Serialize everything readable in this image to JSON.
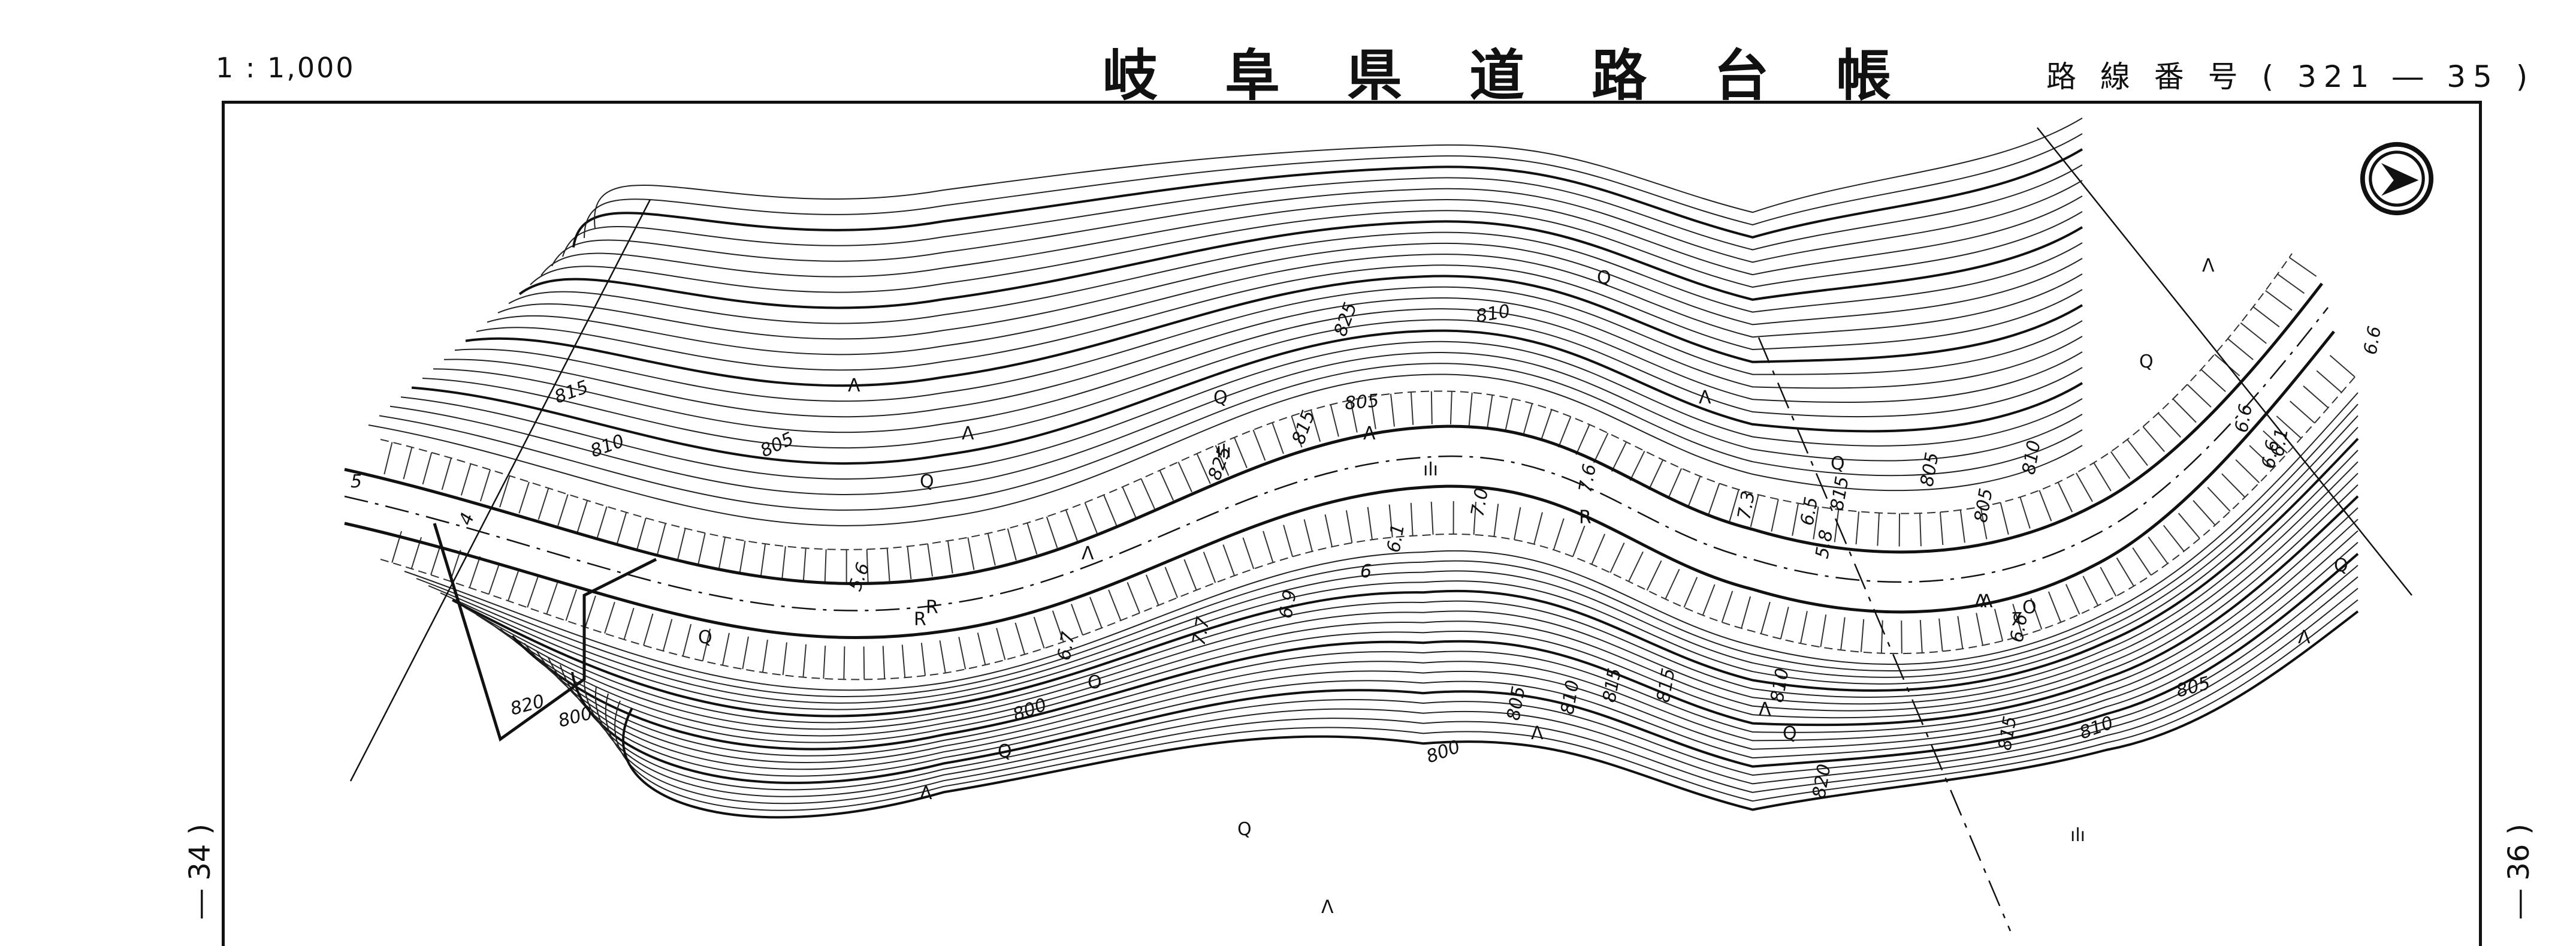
{
  "header": {
    "scale": "1 : 1,000",
    "title": "岐 阜 県 道 路 台 帳",
    "route_number": "路 線 番 号 ( 321 ― 35 )"
  },
  "adjacent_sheets": {
    "left": "― 34 )",
    "right": "― 36 )"
  },
  "map": {
    "contour_labels": [
      "815",
      "810",
      "805",
      "800",
      "820",
      "825",
      "815",
      "810",
      "805",
      "800",
      "805",
      "810",
      "815",
      "815",
      "810",
      "820",
      "815",
      "810",
      "805",
      "805",
      "815",
      "810",
      "805",
      "800",
      "825"
    ],
    "road_width_labels": [
      "5",
      "4",
      "5.6",
      "6.7",
      "7.7",
      "6.9",
      "6",
      "6.1",
      "7.0",
      "7.6",
      "7.3",
      "6.5",
      "5.8",
      "7",
      "6.6",
      "6.6",
      "6.6",
      "6.6",
      "6.1"
    ],
    "road_letters": [
      "R",
      "R",
      "R",
      "O",
      "O"
    ],
    "land_symbols": [
      "Λ",
      "Λ",
      "Λ",
      "Λ",
      "Λ",
      "Λ",
      "Λ",
      "Λ",
      "Λ",
      "Λ",
      "Λ",
      "Λ",
      "Λ",
      "Q",
      "Q",
      "Q",
      "Q",
      "Q",
      "Q",
      "Q",
      "Q",
      "Q",
      "Q",
      "ılı",
      "ılı",
      "ılı"
    ],
    "north_arrow_icon": "north-arrow-icon"
  }
}
